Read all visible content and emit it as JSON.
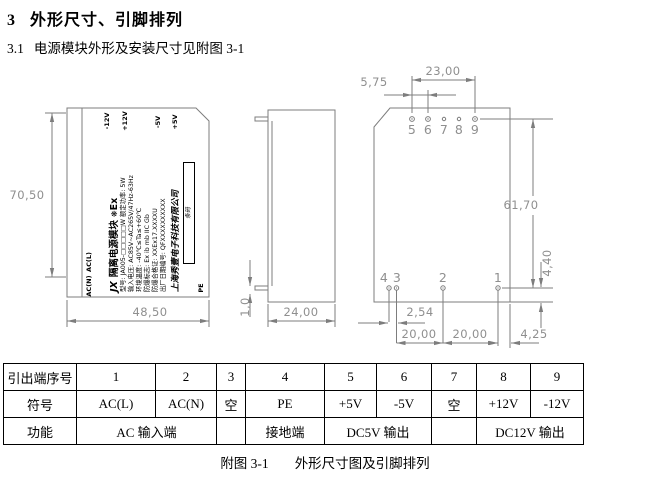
{
  "page": {
    "heading_num": "3",
    "heading_title": "外形尺寸、引脚排列",
    "sub_num": "3.1",
    "sub_text": "电源模块外形及安装尺寸见附图 3-1",
    "caption_label": "附图 3-1",
    "caption_title": "外形尺寸图及引脚排列"
  },
  "front_view": {
    "dims": {
      "height": "70,50",
      "width": "48,50"
    },
    "terminals": {
      "left": [
        "AC(L)",
        "AC(N)"
      ],
      "bottom_right": "PE",
      "top": [
        "-12V",
        "+12V",
        "-5V",
        "+5V"
      ]
    },
    "label": {
      "brand": "JX",
      "product": "隔离电源模块",
      "cert_mark": "❋",
      "cert_ex": "Ex",
      "rows": [
        "型号: JA005-□□□□□W 额定功率: 5W",
        "输入电压: AC85V~AC265V/47Hz-63Hz",
        "环境温度: -40℃≤Ta≤+60℃",
        "防爆标志: Ex ib mb IIC Gb",
        "防爆合格证: XXEx17.XXXXU",
        "出厂日期编号: QFXXXXXXXXXX"
      ],
      "company": "上海秀壹电子科技有限公司",
      "barcode": "条码"
    }
  },
  "side_view": {
    "dims": {
      "pin": "1,0",
      "depth": "24,00"
    }
  },
  "pin_view": {
    "dims": {
      "top_span": "23,00",
      "top_pitch": "5,75",
      "body": "61,70",
      "pin_offset": "4,40",
      "small_pitch": "2,54",
      "pitch_a": "20,00",
      "pitch_b": "20,00",
      "edge_offset": "4,25"
    },
    "top_pins": [
      "5",
      "6",
      "7",
      "8",
      "9"
    ],
    "bottom_pins": [
      "4",
      "3",
      "2",
      "1"
    ]
  },
  "table": {
    "rows": [
      {
        "label": "引出端序号",
        "cells": [
          "1",
          "2",
          "3",
          "4",
          "5",
          "6",
          "7",
          "8",
          "9"
        ]
      },
      {
        "label": "符号",
        "cells": [
          "AC(L)",
          "AC(N)",
          "空",
          "PE",
          "+5V",
          "-5V",
          "空",
          "+12V",
          "-12V"
        ]
      },
      {
        "label": "功能",
        "cells": [
          "AC 输入端",
          "",
          "接地端",
          "DC5V 输出",
          "",
          "DC12V 输出"
        ]
      }
    ]
  }
}
